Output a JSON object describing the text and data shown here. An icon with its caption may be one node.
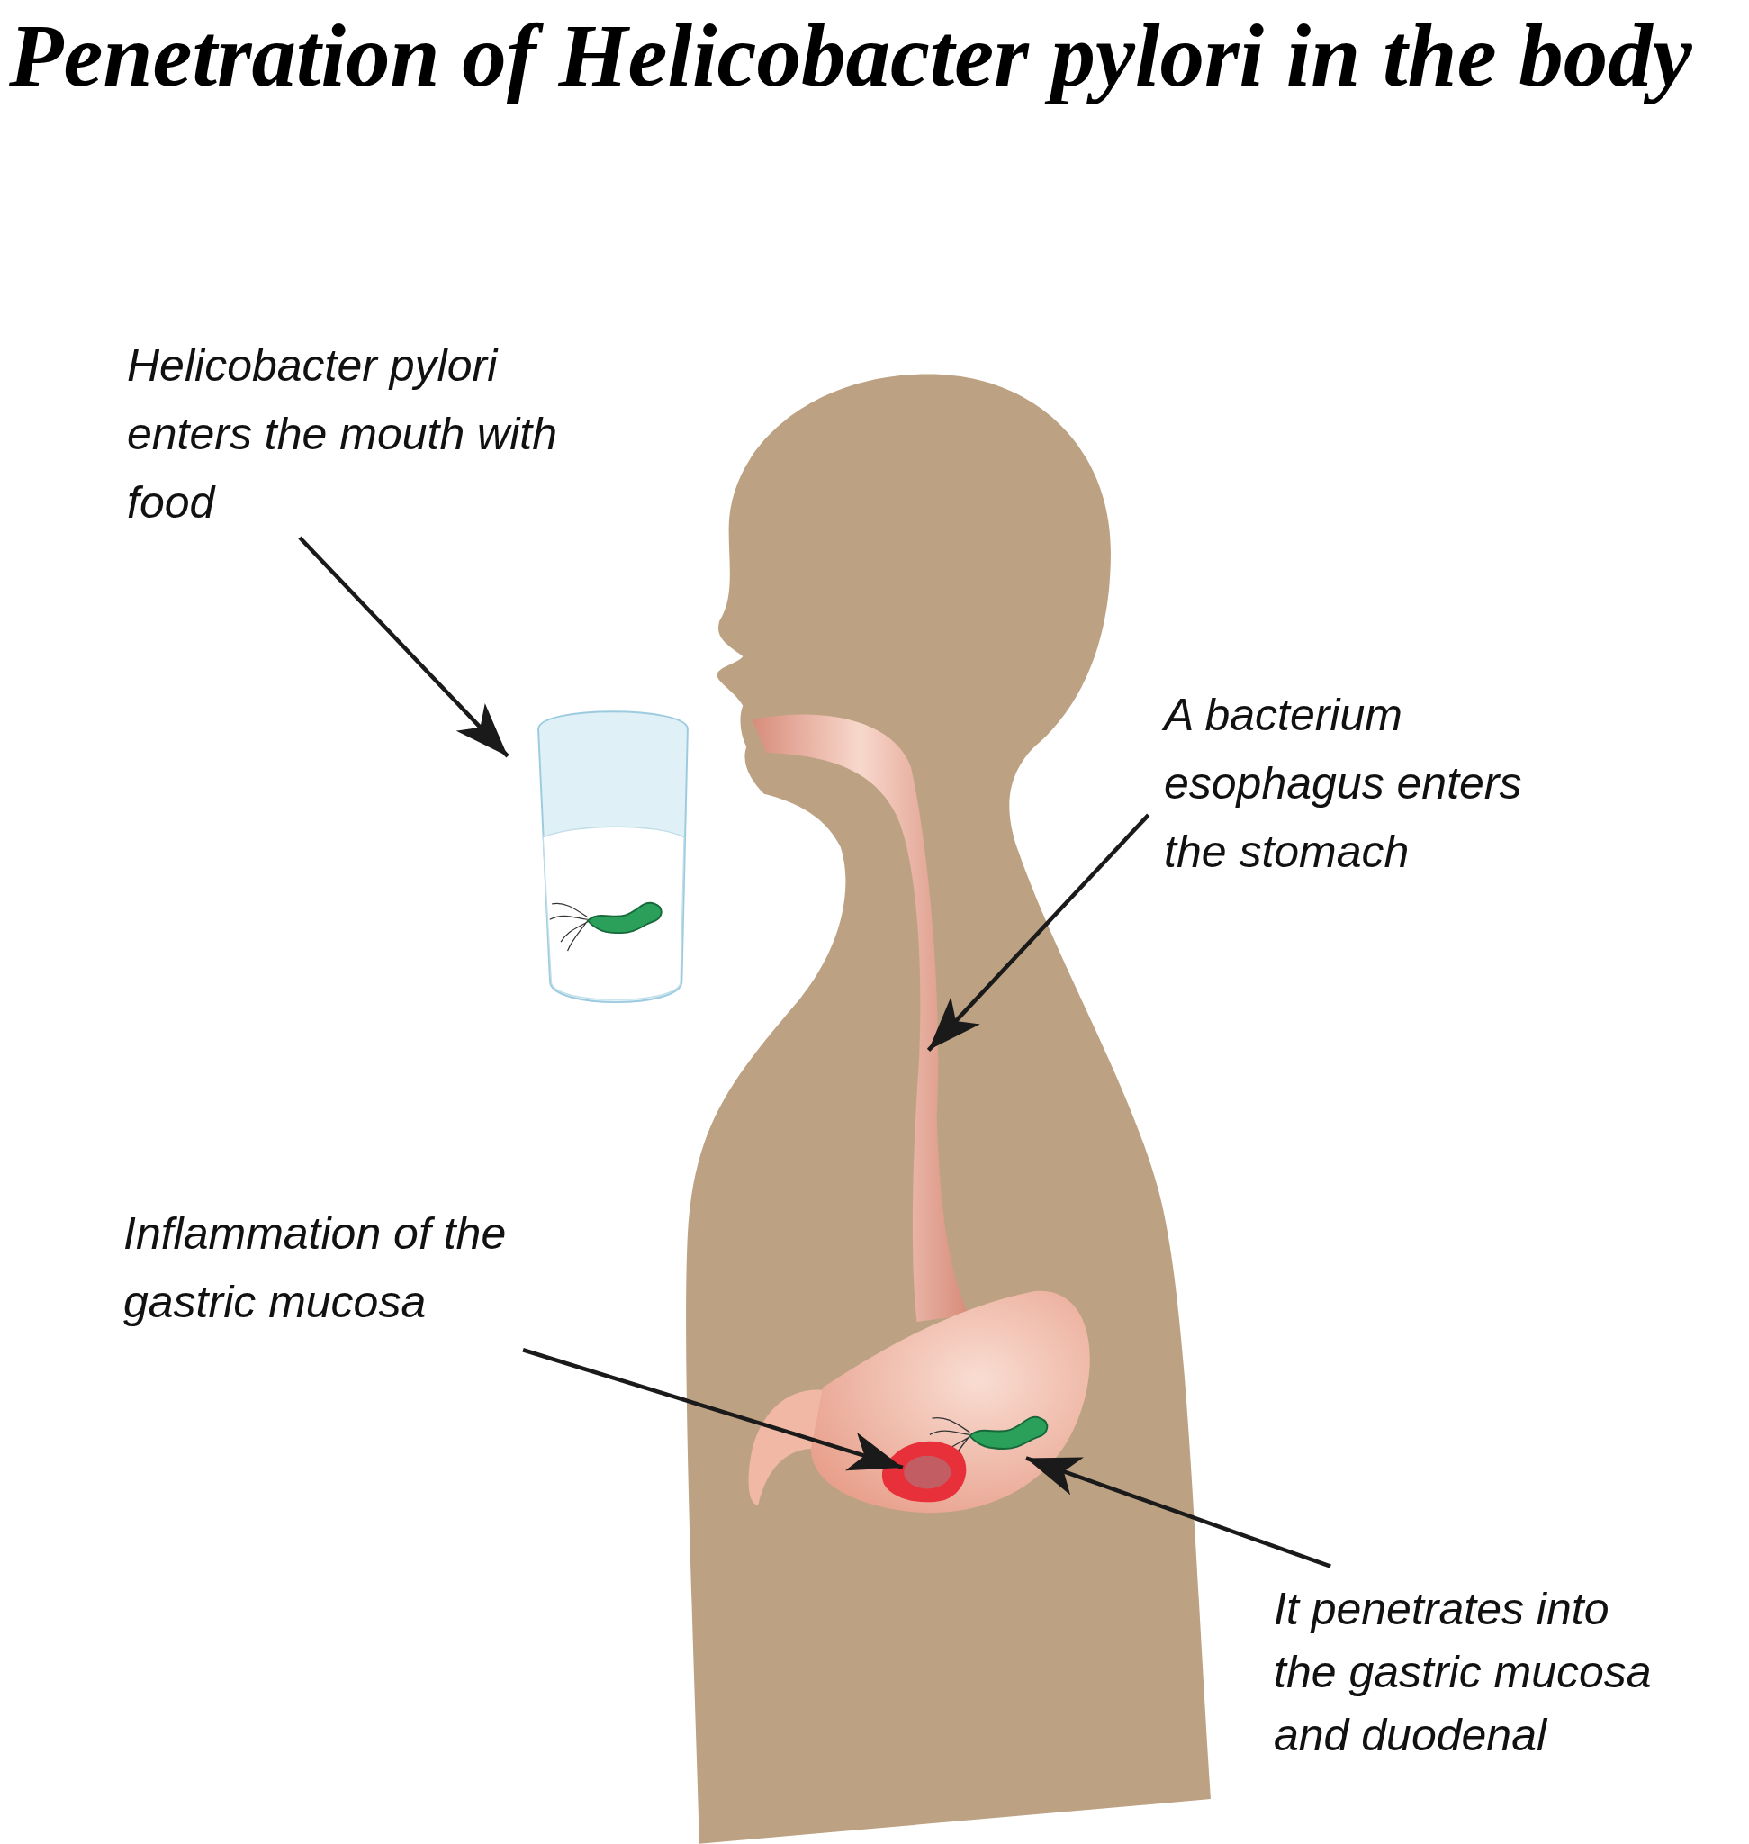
{
  "diagram": {
    "title": "Penetration of Helicobacter pylori in the body",
    "nodes": [
      {
        "text": [
          "Helicobacter pylori enters the mouth with food"
        ]
      },
      {
        "text": [],
        "shape": "picture"
      },
      {
        "text": [
          "A bacterium esophagus enters the stomach"
        ]
      },
      {
        "text": [],
        "shape": "picture"
      },
      {
        "text": [
          "Inflammation of the gastric mucosa"
        ]
      },
      {
        "text": [],
        "shape": "picture",
        "in": 6
      },
      {
        "text": [],
        "shape": "picture"
      },
      {
        "text": [
          "It penetrates into the gastric mucosa and duodenal"
        ]
      }
    ],
    "edges": [
      {
        "from": 0,
        "to": 1,
        "arrow": "to"
      },
      {
        "from": 2,
        "to": 3,
        "arrow": "to"
      },
      {
        "from": 4,
        "to": 5,
        "arrow": "to"
      },
      {
        "from": 7,
        "to": 6,
        "arrow": "to"
      }
    ]
  }
}
